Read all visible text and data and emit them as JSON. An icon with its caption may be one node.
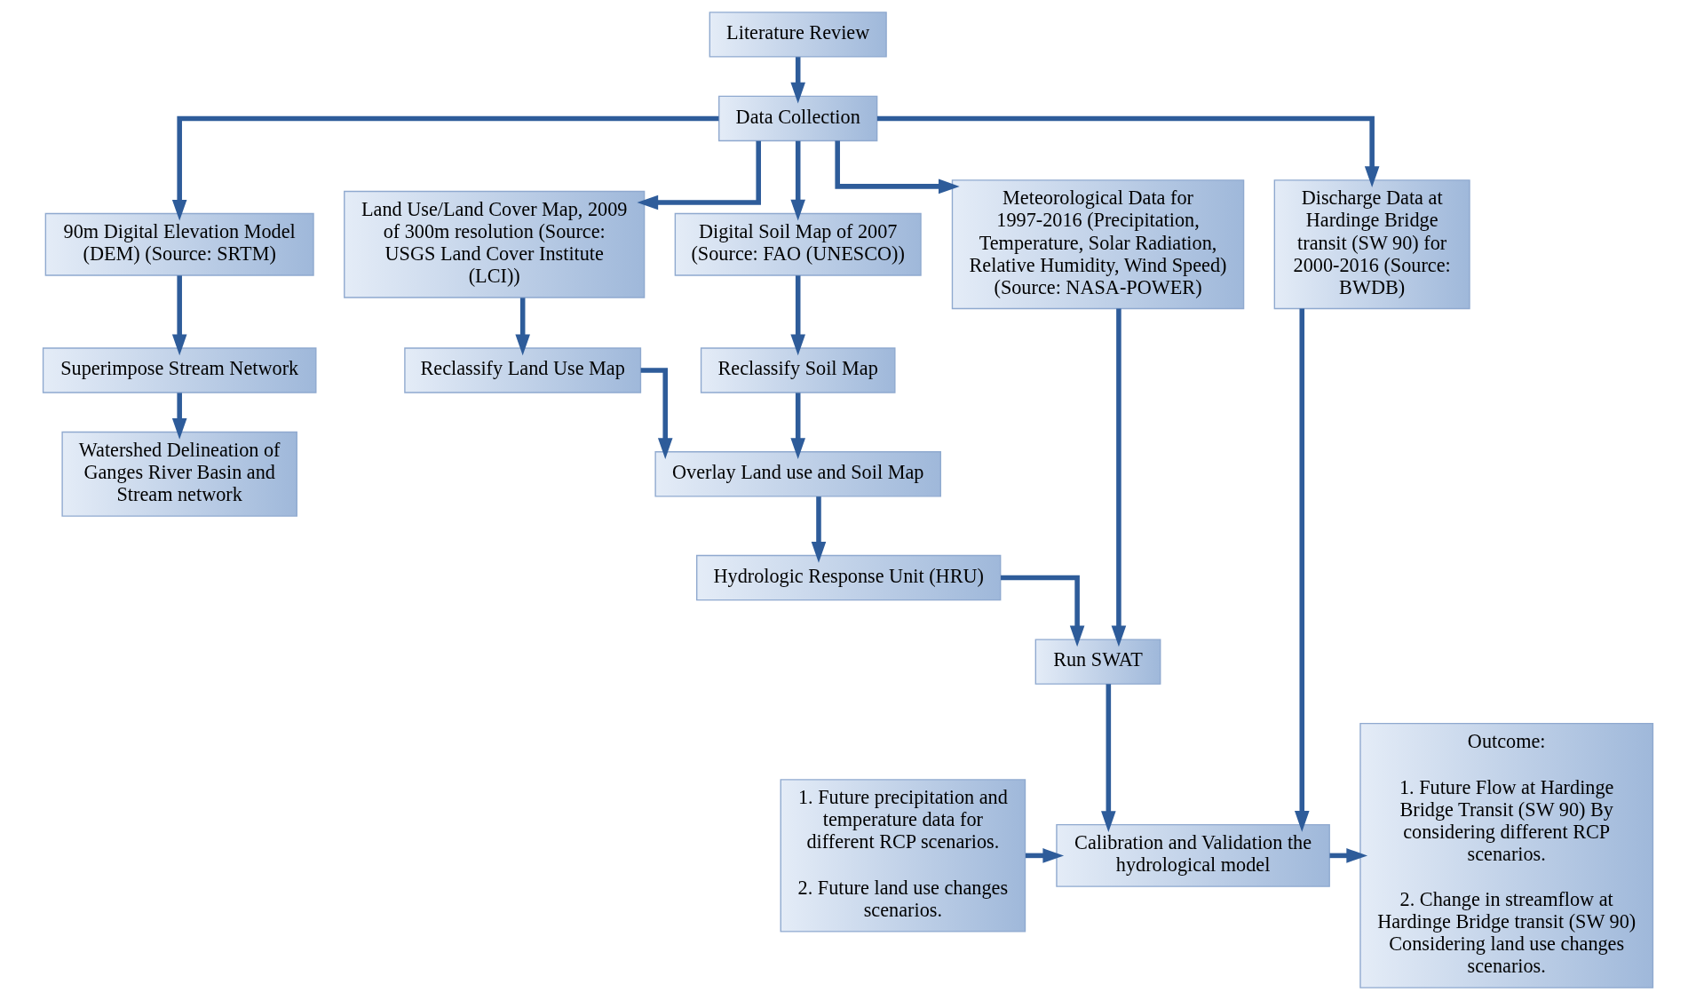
{
  "diagram": {
    "nodes": [
      {
        "text": [
          "Literature Review"
        ]
      },
      {
        "text": [
          "Data Collection"
        ]
      },
      {
        "text": [
          "90m Digital Elevation Model (DEM) (Source: SRTM)"
        ]
      },
      {
        "text": [
          "Land Use/Land Cover Map, 2009 of 300m resolution (Source: USGS Land Cover Institute (LCI))"
        ]
      },
      {
        "text": [
          "Digital Soil Map of 2007 (Source: FAO (UNESCO))"
        ]
      },
      {
        "text": [
          "Meteorological Data for 1997-2016 (Precipitation, Temperature, Solar Radiation, Relative Humidity, Wind Speed) (Source: NASA-POWER)"
        ]
      },
      {
        "text": [
          "Discharge Data at Hardinge Bridge transit (SW 90) for 2000-2016 (Source: BWDB)"
        ]
      },
      {
        "text": [
          "Superimpose Stream Network"
        ]
      },
      {
        "text": [
          "Watershed Delineation of Ganges River Basin and Stream network"
        ]
      },
      {
        "text": [
          "Reclassify Land Use Map"
        ]
      },
      {
        "text": [
          "Reclassify Soil Map"
        ]
      },
      {
        "text": [
          "Overlay Land use and Soil Map"
        ]
      },
      {
        "text": [
          "Hydrologic Response Unit (HRU)"
        ]
      },
      {
        "text": [
          "Run SWAT"
        ]
      },
      {
        "text": [
          "1. Future precipitation and temperature data for different RCP scenarios.",
          "2. Future land use changes scenarios."
        ]
      },
      {
        "text": [
          "Calibration and Validation the hydrological model"
        ]
      },
      {
        "text": [
          "Outcome:",
          "1. Future Flow at Hardinge Bridge Transit (SW 90) By considering different RCP scenarios.",
          "2. Change in streamflow at Hardinge Bridge transit (SW 90) Considering land use changes scenarios."
        ]
      }
    ],
    "edges": [
      {
        "from": 0,
        "to": 1,
        "arrow": "to"
      },
      {
        "from": 1,
        "to": 2,
        "arrow": "to"
      },
      {
        "from": 1,
        "to": 3,
        "arrow": "to"
      },
      {
        "from": 1,
        "to": 4,
        "arrow": "to"
      },
      {
        "from": 1,
        "to": 5,
        "arrow": "to"
      },
      {
        "from": 1,
        "to": 6,
        "arrow": "to"
      },
      {
        "from": 2,
        "to": 7,
        "arrow": "to"
      },
      {
        "from": 7,
        "to": 8,
        "arrow": "to"
      },
      {
        "from": 3,
        "to": 9,
        "arrow": "to"
      },
      {
        "from": 4,
        "to": 10,
        "arrow": "to"
      },
      {
        "from": 9,
        "to": 11,
        "arrow": "to"
      },
      {
        "from": 10,
        "to": 11,
        "arrow": "to"
      },
      {
        "from": 11,
        "to": 12,
        "arrow": "to"
      },
      {
        "from": 5,
        "to": 13,
        "arrow": "to"
      },
      {
        "from": 12,
        "to": 13,
        "arrow": "to"
      },
      {
        "from": 13,
        "to": 15,
        "arrow": "to"
      },
      {
        "from": 6,
        "to": 15,
        "arrow": "to"
      },
      {
        "from": 14,
        "to": 15,
        "arrow": "to"
      },
      {
        "from": 15,
        "to": 16,
        "arrow": "to"
      }
    ]
  }
}
